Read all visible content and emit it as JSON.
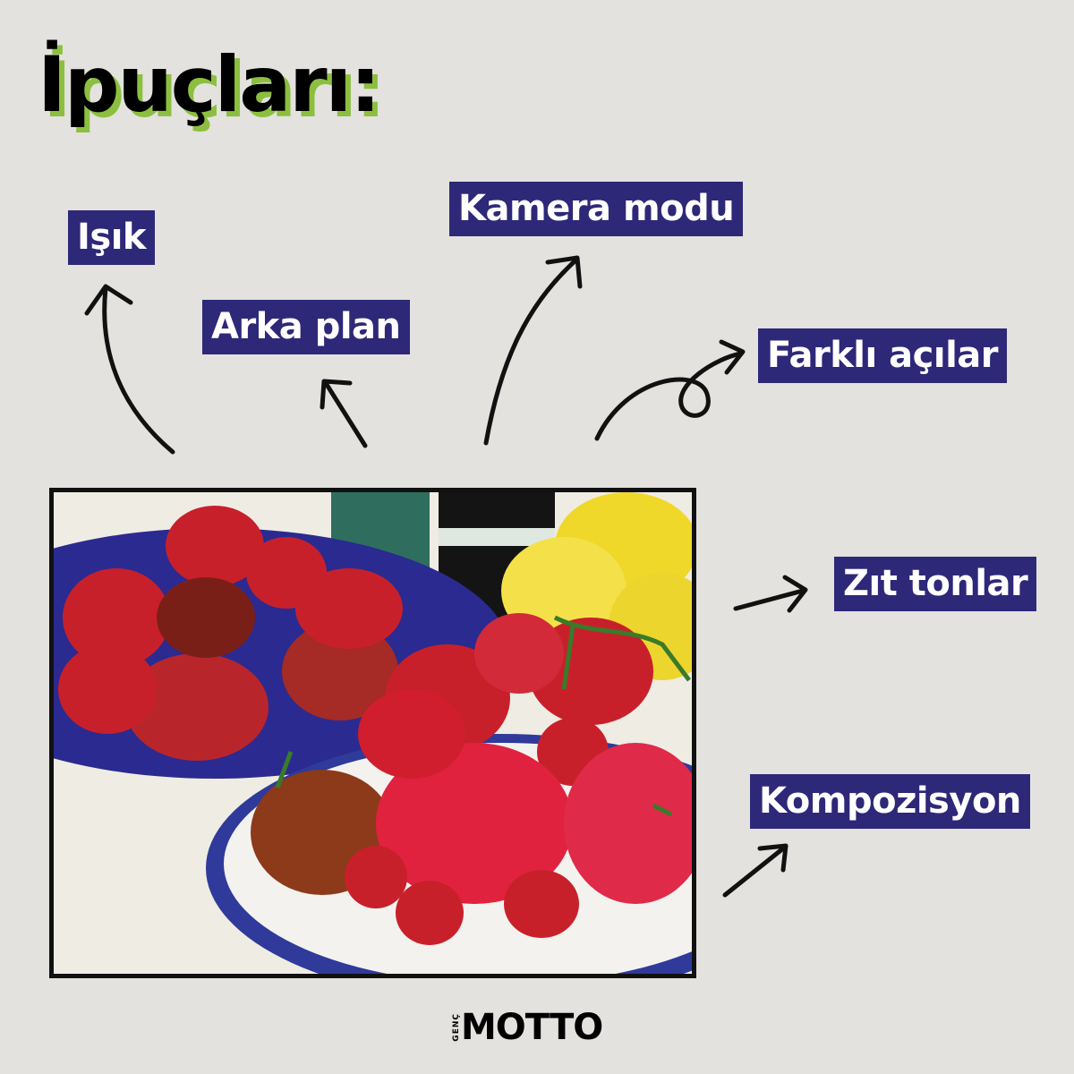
{
  "title": "İpuçları:",
  "tips": [
    {
      "label": "Işık"
    },
    {
      "label": "Kamera modu"
    },
    {
      "label": "Arka plan"
    },
    {
      "label": "Farklı açılar"
    },
    {
      "label": "Zıt tonlar"
    },
    {
      "label": "Kompozisyon"
    }
  ],
  "logo": {
    "small": "GENÇ",
    "main": "MOTTO"
  },
  "colors": {
    "tag_bg": "#2d2878",
    "title_shadow": "#8cbf3f",
    "background": "#e3e2de"
  }
}
